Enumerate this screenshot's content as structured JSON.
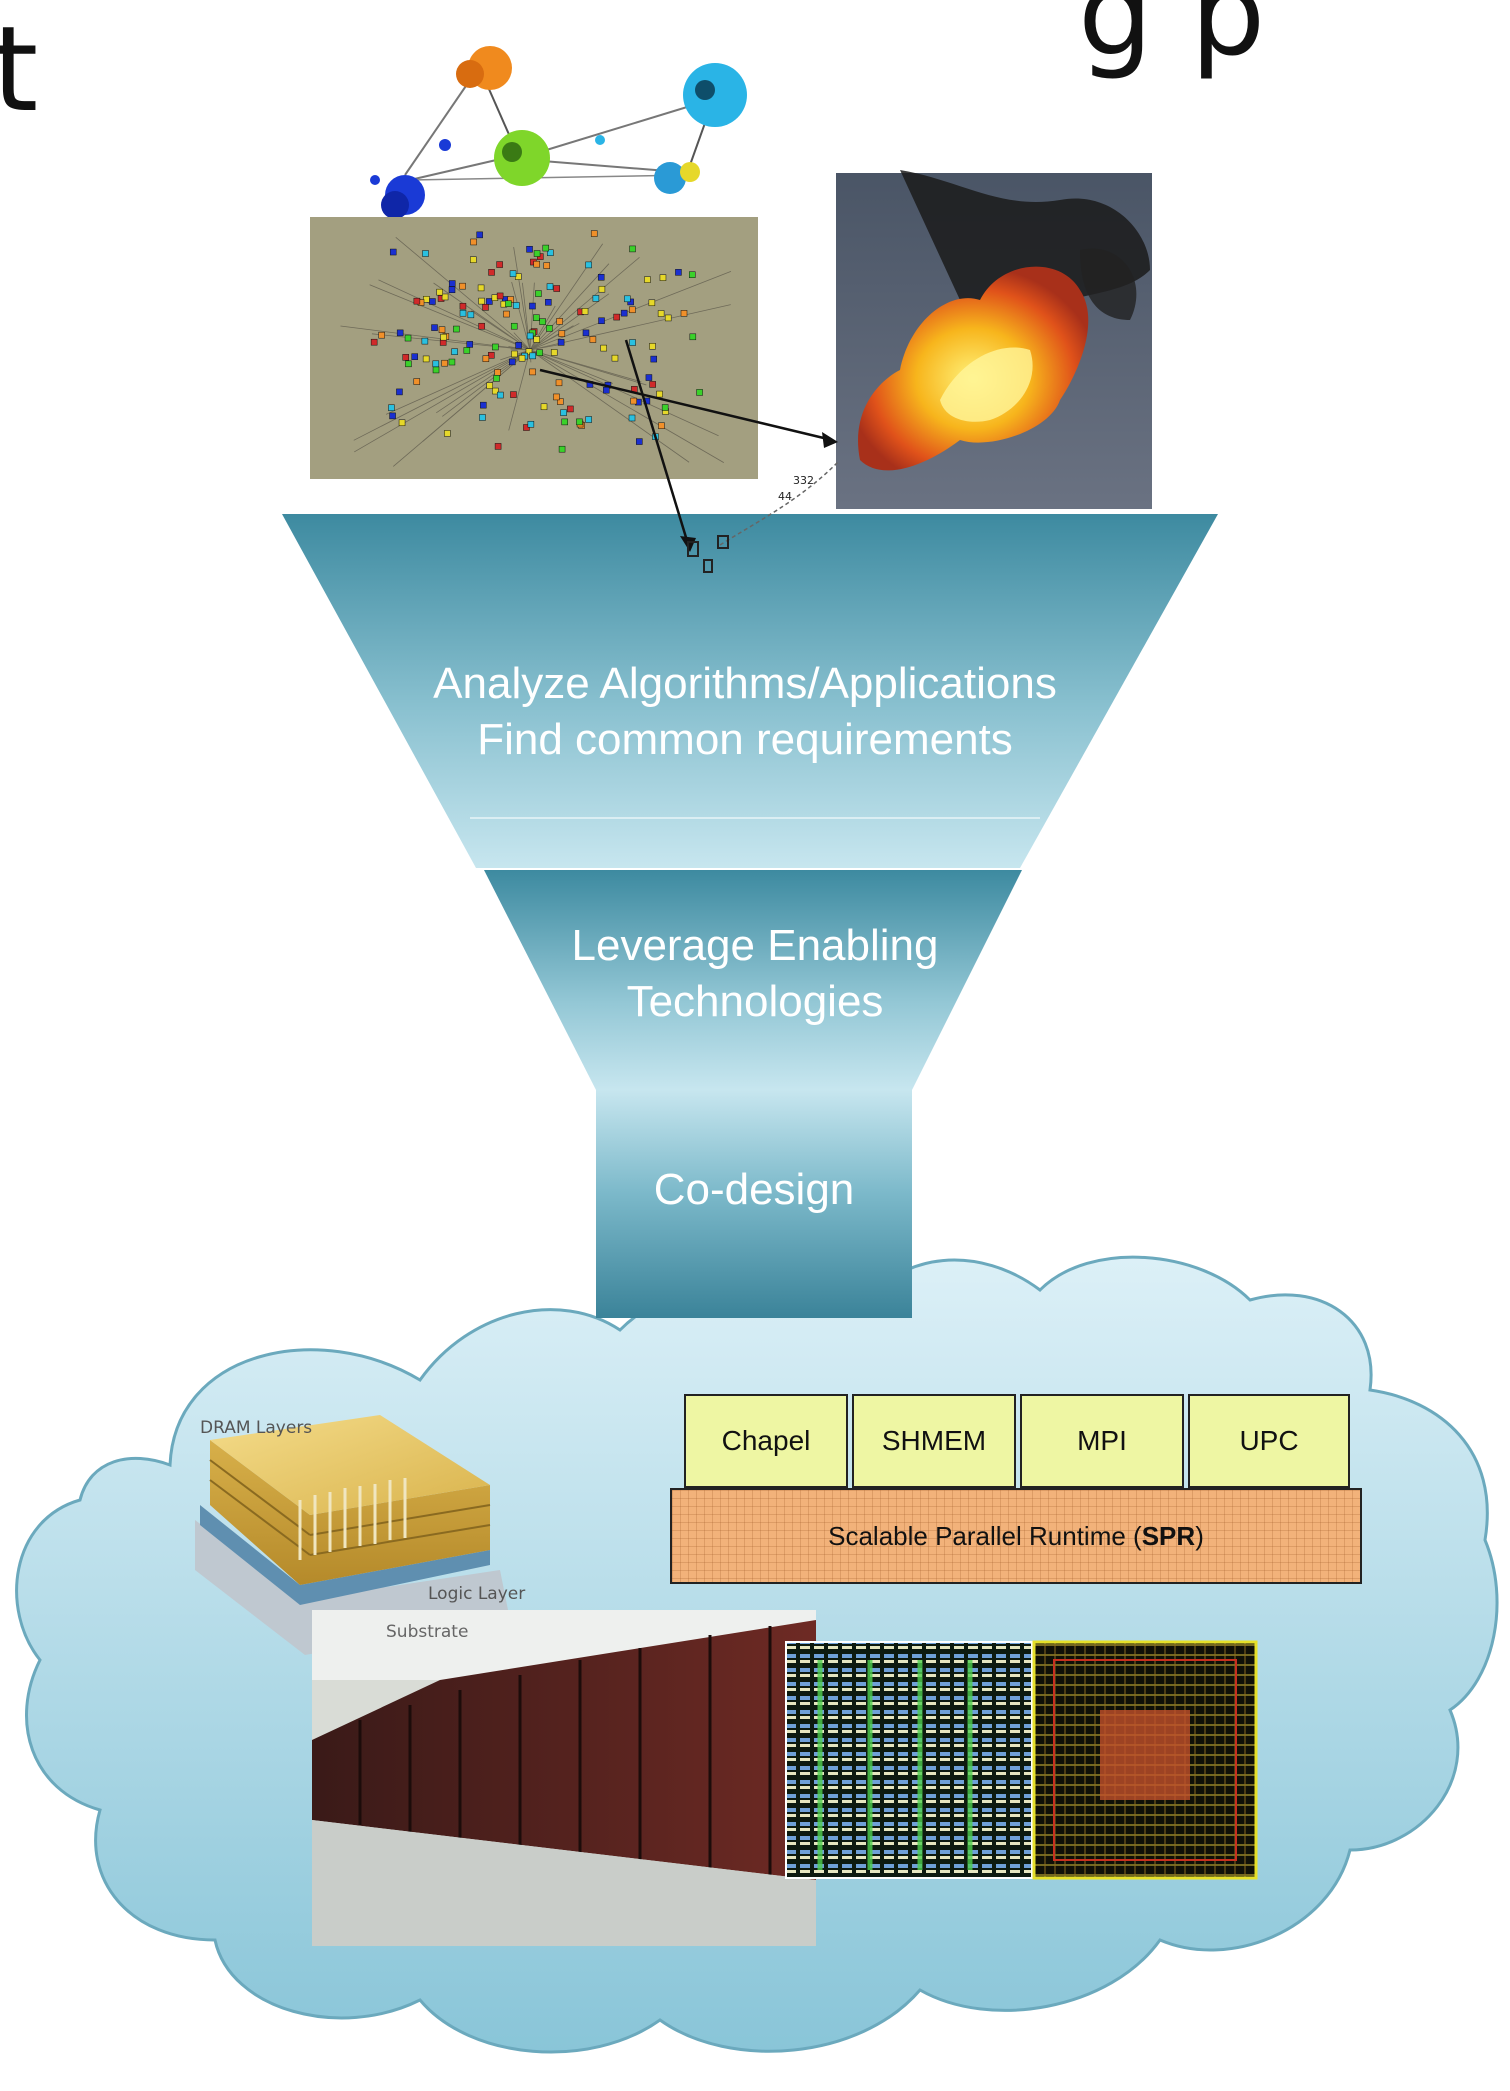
{
  "title_fragment_left": "t",
  "title_fragment_right": "g p",
  "funnel": {
    "stage1_line1": "Analyze Algorithms/Applications",
    "stage1_line2": "Find common requirements",
    "stage2_line1": "Leverage Enabling",
    "stage2_line2": "Technologies",
    "stage3": "Co-design"
  },
  "software_stack": {
    "models": [
      "Chapel",
      "SHMEM",
      "MPI",
      "UPC"
    ],
    "runtime_prefix": "Scalable Parallel Runtime (",
    "runtime_bold": "SPR",
    "runtime_suffix": ")"
  },
  "memory_cube": {
    "dram_label": "DRAM Layers",
    "logic_label": "Logic Layer",
    "substrate_label": "Substrate"
  },
  "graph_labels": [
    "332",
    "44"
  ],
  "colors": {
    "funnel_dark": "#3f8aa0",
    "funnel_light": "#c5e5ee",
    "cloud_top": "#d6edf5",
    "cloud_bottom": "#8ec8db",
    "stack_box": "#eef6a3",
    "runtime_box": "#f2b27a"
  }
}
